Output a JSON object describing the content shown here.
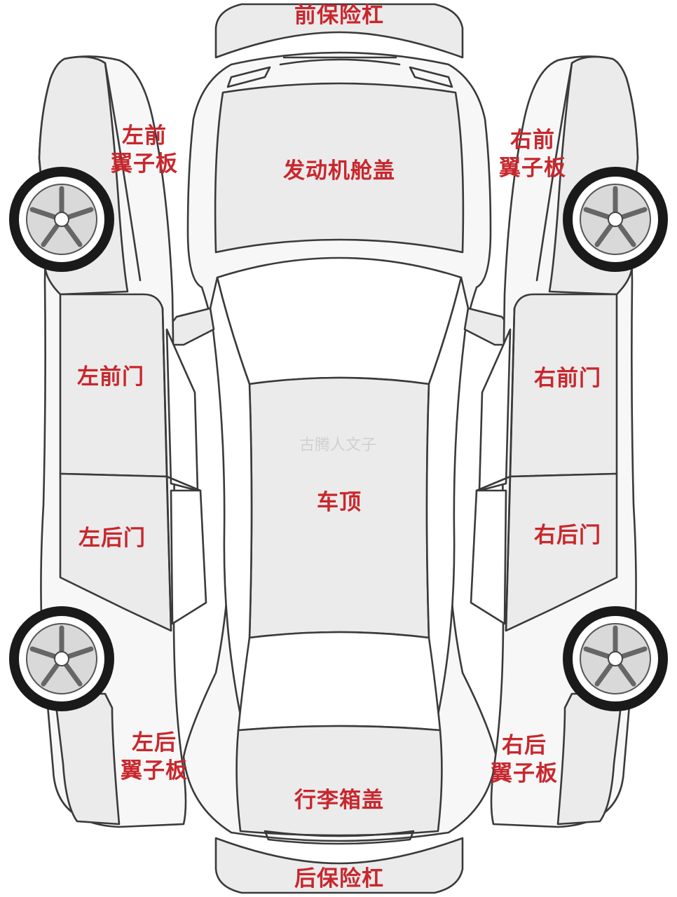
{
  "labels": {
    "front_bumper": "前保险杠",
    "hood": "发动机舱盖",
    "left_front_fender": [
      "左前",
      "翼子板"
    ],
    "right_front_fender": [
      "右前",
      "翼子板"
    ],
    "left_front_door": "左前门",
    "right_front_door": "右前门",
    "roof": "车顶",
    "left_rear_door": "左后门",
    "right_rear_door": "右后门",
    "left_rear_fender": [
      "左后",
      "翼子板"
    ],
    "right_rear_fender": [
      "右后",
      "翼子板"
    ],
    "trunk_lid": "行李箱盖",
    "rear_bumper": "后保险杠"
  },
  "watermark": "古腾人文子",
  "colors": {
    "label": "#c8272d",
    "outline": "#3a3a3a",
    "panel_fill": "#ebebeb",
    "background": "#ffffff",
    "tire": "#1a1a1a"
  }
}
